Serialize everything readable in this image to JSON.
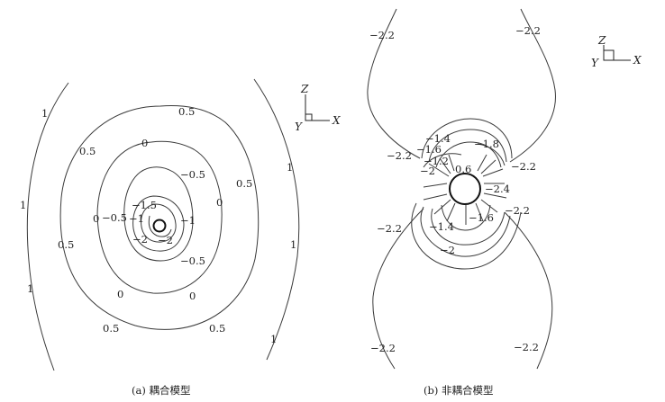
{
  "panel_a": {
    "caption": "(a) 耦合模型",
    "axes": {
      "z": "Z",
      "y": "Y",
      "x": "X"
    },
    "labels": {
      "outer_tl": "1",
      "outer_l": "1",
      "outer_bl": "1",
      "outer_tr": "1",
      "outer_r": "1",
      "outer_br": "1",
      "half_t": "0.5",
      "half_l": "0.5",
      "half_bl": "0.5",
      "half_r": "0.5",
      "half_b": "0.5",
      "half_br": "0.5",
      "zero_t": "0",
      "zero_l": "0",
      "zero_r": "0",
      "zero_b": "0",
      "zero_br": "0",
      "mhalf_t": "−0.5",
      "mhalf_l": "−0.5",
      "mhalf_b": "−0.5",
      "m15": "−1.5",
      "m1a": "−1",
      "m1b": "−1",
      "m2a": "−2",
      "m2b": "−2"
    }
  },
  "panel_b": {
    "caption": "(b) 非耦合模型",
    "axes": {
      "z": "Z",
      "y": "Y",
      "x": "X"
    },
    "labels": {
      "tl": "−2.2",
      "tr": "−2.2",
      "ml": "−2.2",
      "mr": "−2.2",
      "mr2": "−2.2",
      "bl": "−2.2",
      "br": "−2.2",
      "lb": "−2.2",
      "m14t": "−1.4",
      "m18": "−1.8",
      "m16t": "−1.6",
      "m12": "−1.2",
      "m2t": "−2",
      "p06": "0.6",
      "m24": "−2.4",
      "m16b": "−1.6",
      "m14b": "−1.4",
      "m2b": "−2"
    }
  }
}
